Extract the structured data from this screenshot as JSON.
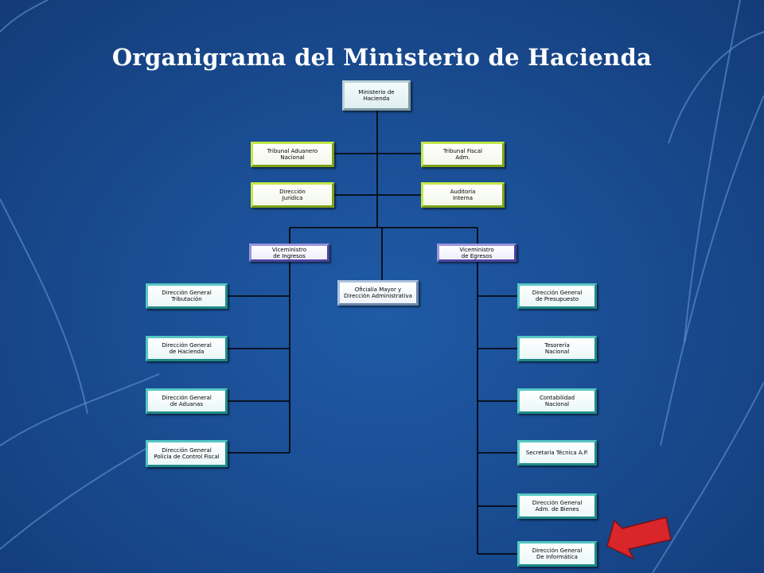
{
  "title": "Organigrama del Ministerio de Hacienda",
  "nodes": {
    "ministerio": "Ministerio de\nHacienda",
    "tribunal_aduanero": "Tribunal Aduanero\nNacional",
    "tribunal_fiscal": "Tribunal Fiscal\nAdm.",
    "direccion_juridica": "Dirección\nJurídica",
    "auditoria_interna": "Auditoría\nInterna",
    "viceministro_ingresos": "Viceministro\nde Ingresos",
    "viceministro_egresos": "Viceministro\nde Egresos",
    "oficialia_mayor": "Oficialía Mayor y\nDirección Administrativa",
    "dg_tributacion": "Dirección General\nTributación",
    "dg_hacienda": "Dirección General\nde Hacienda",
    "dg_aduanas": "Dirección General\nde Aduanas",
    "dg_policia_control_fiscal": "Dirección General\nPolicía de Control Fiscal",
    "dg_presupuesto": "Dirección General\nde Presupuesto",
    "tesoreria_nacional": "Tesorería\nNacional",
    "contabilidad_nacional": "Contabilidad\nNacional",
    "secretaria_tecnica": "Secretaría Técnica A.P.",
    "dg_adm_bienes": "Dirección General\nAdm. de Bienes",
    "dg_informatica": "Dirección General\nDe Informática"
  },
  "colors": {
    "background": "#1a4d93",
    "title": "#ffffff",
    "connector": "#000000",
    "arrow": "#d9262b",
    "green_border": "#a8d32a",
    "purple_border": "#6a63c0",
    "teal_border": "#2fa8a4"
  },
  "icons": {
    "highlight_arrow": "red-arrow-icon"
  }
}
